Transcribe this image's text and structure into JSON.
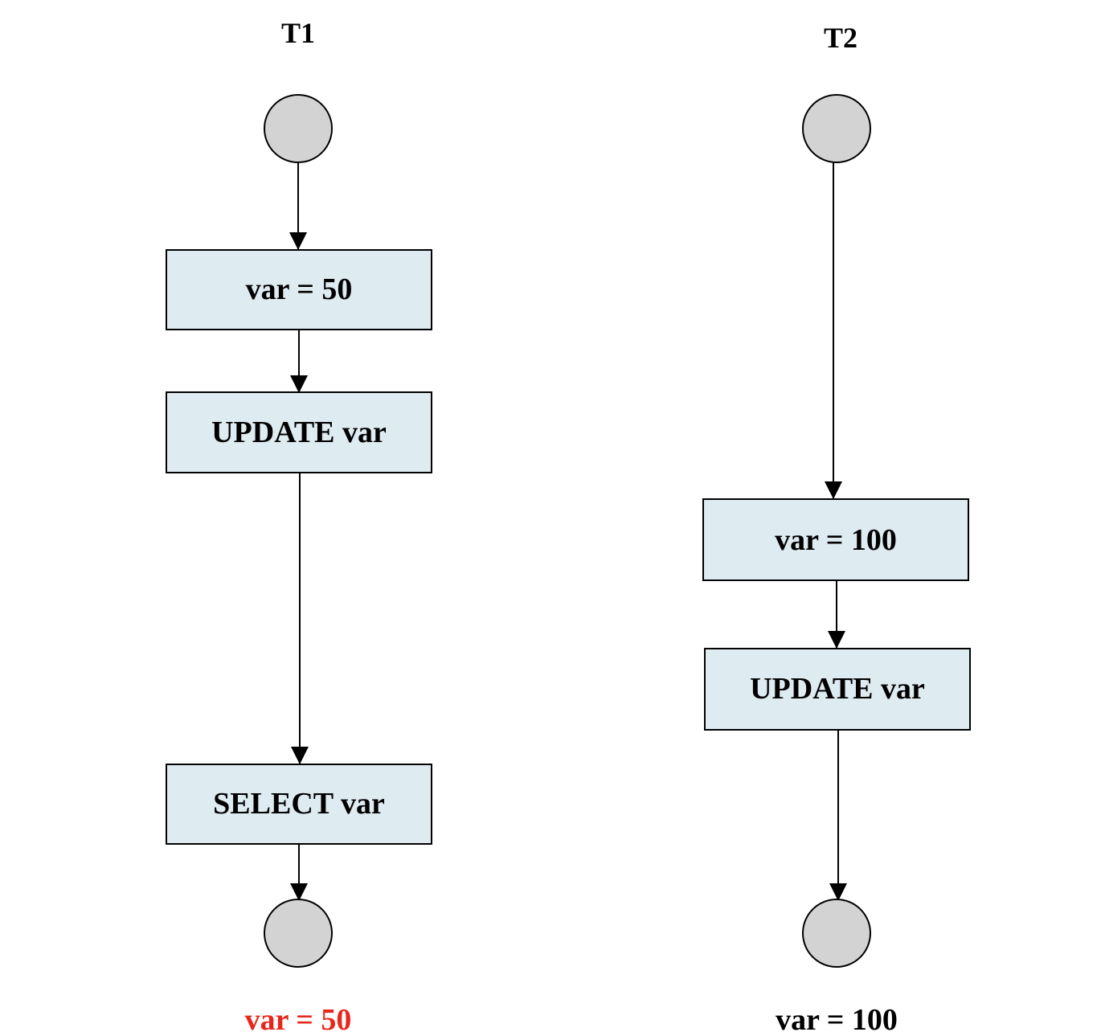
{
  "colors": {
    "box_fill": "#deebf1",
    "circle_fill": "#d3d3d3",
    "stroke": "#000000",
    "highlight": "#e8271c",
    "text": "#000000"
  },
  "lanes": [
    {
      "id": "t1",
      "title": "T1",
      "steps": [
        "var = 50",
        "UPDATE var",
        "SELECT var"
      ],
      "result": "var = 50",
      "result_highlighted": true
    },
    {
      "id": "t2",
      "title": "T2",
      "steps": [
        "var = 100",
        "UPDATE var"
      ],
      "result": "var = 100",
      "result_highlighted": false
    }
  ]
}
